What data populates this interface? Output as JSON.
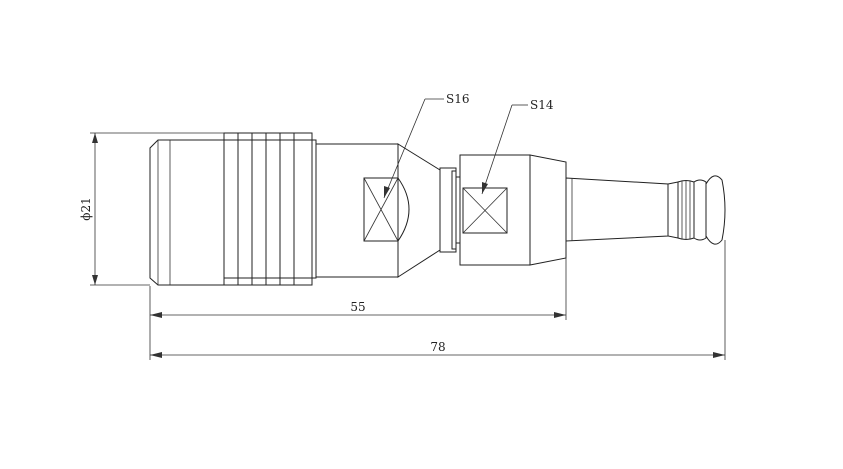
{
  "drawing": {
    "labels": {
      "diameter": "ϕ21",
      "wrench_large": "S16",
      "wrench_small": "S14",
      "length_inner": "55",
      "length_total": "78"
    },
    "stroke_color": "#222222",
    "background_color": "#ffffff"
  }
}
